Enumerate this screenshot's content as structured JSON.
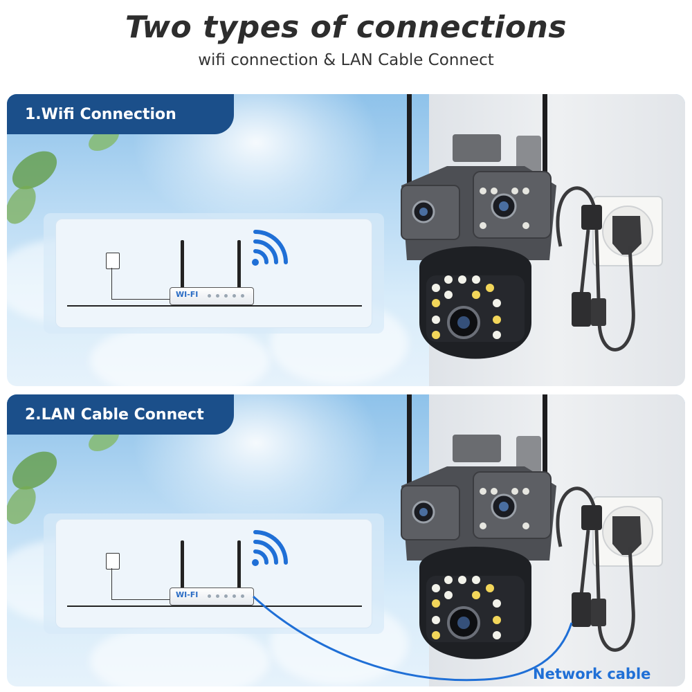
{
  "header": {
    "title": "Two types of connections",
    "subtitle": "wifi connection & LAN Cable Connect"
  },
  "sections": [
    {
      "label": "1.Wifi Connection",
      "router_label": "WI-FI"
    },
    {
      "label": "2.LAN Cable Connect",
      "router_label": "WI-FI",
      "cable_label": "Network cable"
    }
  ],
  "colors": {
    "tab_background": "#1b4f8a",
    "wifi_signal": "#1f6fd6",
    "network_cable": "#1f6fd6",
    "router_text": "#2a6cc4"
  },
  "icons": [
    "wifi-signal-icon",
    "power-adapter-icon",
    "router-icon",
    "camera-icon",
    "power-socket-icon",
    "leaf-icon"
  ]
}
